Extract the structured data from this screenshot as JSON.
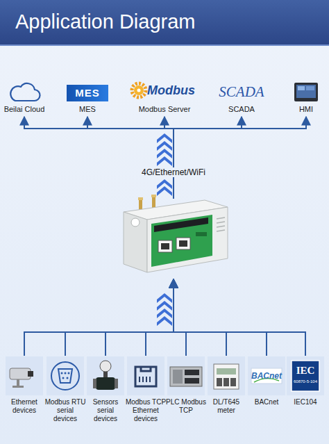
{
  "diagram": {
    "title": "Application Diagram",
    "nodes": [
      {
        "text": [
          "Beilai Cloud"
        ]
      },
      {
        "text": [
          "MES",
          "MES"
        ]
      },
      {
        "text": [
          "Modbus",
          "Modbus Server"
        ]
      },
      {
        "text": [
          "SCADA",
          "SCADA"
        ]
      },
      {
        "text": [
          "HMI"
        ]
      },
      {
        "text": []
      },
      {
        "text": [
          "Ethernet devices"
        ]
      },
      {
        "text": [
          "Modbus RTU serial devices"
        ]
      },
      {
        "text": [
          "Sensors serial devices"
        ]
      },
      {
        "text": [
          "Modbus TCP Ethernet devices"
        ]
      },
      {
        "text": [
          "PLC Modbus TCP"
        ]
      },
      {
        "text": [
          "DL/T645 meter"
        ]
      },
      {
        "text": [
          "BACnet",
          "BACnet"
        ]
      },
      {
        "text": [
          "IEC",
          "60870-5-104",
          "IEC104"
        ]
      }
    ],
    "edges": [
      {
        "from": 5,
        "to": 0,
        "arrow": "to"
      },
      {
        "from": 5,
        "to": 1,
        "arrow": "to"
      },
      {
        "from": 5,
        "to": 2,
        "label": "4G/Ethernet/WiFi",
        "arrow": "to"
      },
      {
        "from": 5,
        "to": 3,
        "arrow": "to"
      },
      {
        "from": 5,
        "to": 4,
        "arrow": "to"
      },
      {
        "from": 6,
        "to": 5,
        "arrow": "to"
      },
      {
        "from": 7,
        "to": 5,
        "arrow": "to"
      },
      {
        "from": 8,
        "to": 5,
        "arrow": "to"
      },
      {
        "from": 9,
        "to": 5,
        "arrow": "to"
      },
      {
        "from": 10,
        "to": 5,
        "arrow": "to"
      },
      {
        "from": 11,
        "to": 5,
        "arrow": "to"
      },
      {
        "from": 12,
        "to": 5,
        "arrow": "to"
      },
      {
        "from": 13,
        "to": 5,
        "arrow": "to"
      }
    ]
  }
}
